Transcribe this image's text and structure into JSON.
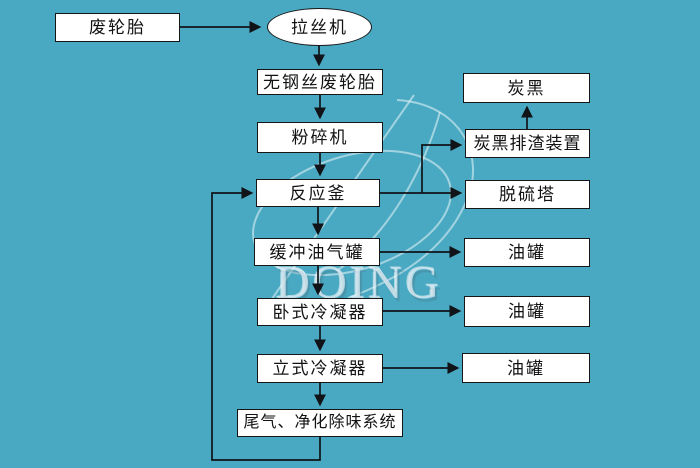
{
  "diagram": {
    "type": "flowchart",
    "description_domain": "waste tire pyrolysis process flow",
    "colors": {
      "background": "#4aa9c2",
      "node_fill": "#ffffff",
      "node_border": "#161616",
      "line": "#101418",
      "watermark": "#d9eaf1"
    },
    "watermark": {
      "text": "DOING"
    },
    "nodes": {
      "waste_tire": "废轮胎",
      "wire_drawing_machine": "拉丝机",
      "no_steel_waste_tire": "无钢丝废轮胎",
      "crusher": "粉碎机",
      "reactor": "反应釜",
      "buffer_oil_gas_tank": "缓冲油气罐",
      "horizontal_condenser": "卧式冷凝器",
      "vertical_condenser": "立式冷凝器",
      "tail_gas_purification_system": "尾气、净化除味系统",
      "carbon_black": "炭黑",
      "carbon_black_discharge_device": "炭黑排渣装置",
      "desulfurization_tower": "脱硫塔",
      "oil_tank_top": "油罐",
      "oil_tank_middle": "油罐",
      "oil_tank_bottom": "油罐"
    },
    "edges": [
      {
        "from": "waste_tire",
        "to": "wire_drawing_machine"
      },
      {
        "from": "wire_drawing_machine",
        "to": "no_steel_waste_tire"
      },
      {
        "from": "no_steel_waste_tire",
        "to": "crusher"
      },
      {
        "from": "crusher",
        "to": "reactor"
      },
      {
        "from": "reactor",
        "to": "buffer_oil_gas_tank"
      },
      {
        "from": "reactor",
        "to": "carbon_black_discharge_device"
      },
      {
        "from": "reactor",
        "to": "desulfurization_tower"
      },
      {
        "from": "carbon_black_discharge_device",
        "to": "carbon_black"
      },
      {
        "from": "buffer_oil_gas_tank",
        "to": "horizontal_condenser"
      },
      {
        "from": "buffer_oil_gas_tank",
        "to": "oil_tank_top"
      },
      {
        "from": "horizontal_condenser",
        "to": "vertical_condenser"
      },
      {
        "from": "horizontal_condenser",
        "to": "oil_tank_middle"
      },
      {
        "from": "vertical_condenser",
        "to": "tail_gas_purification_system"
      },
      {
        "from": "vertical_condenser",
        "to": "oil_tank_bottom"
      },
      {
        "from": "tail_gas_purification_system",
        "to": "reactor"
      }
    ]
  }
}
